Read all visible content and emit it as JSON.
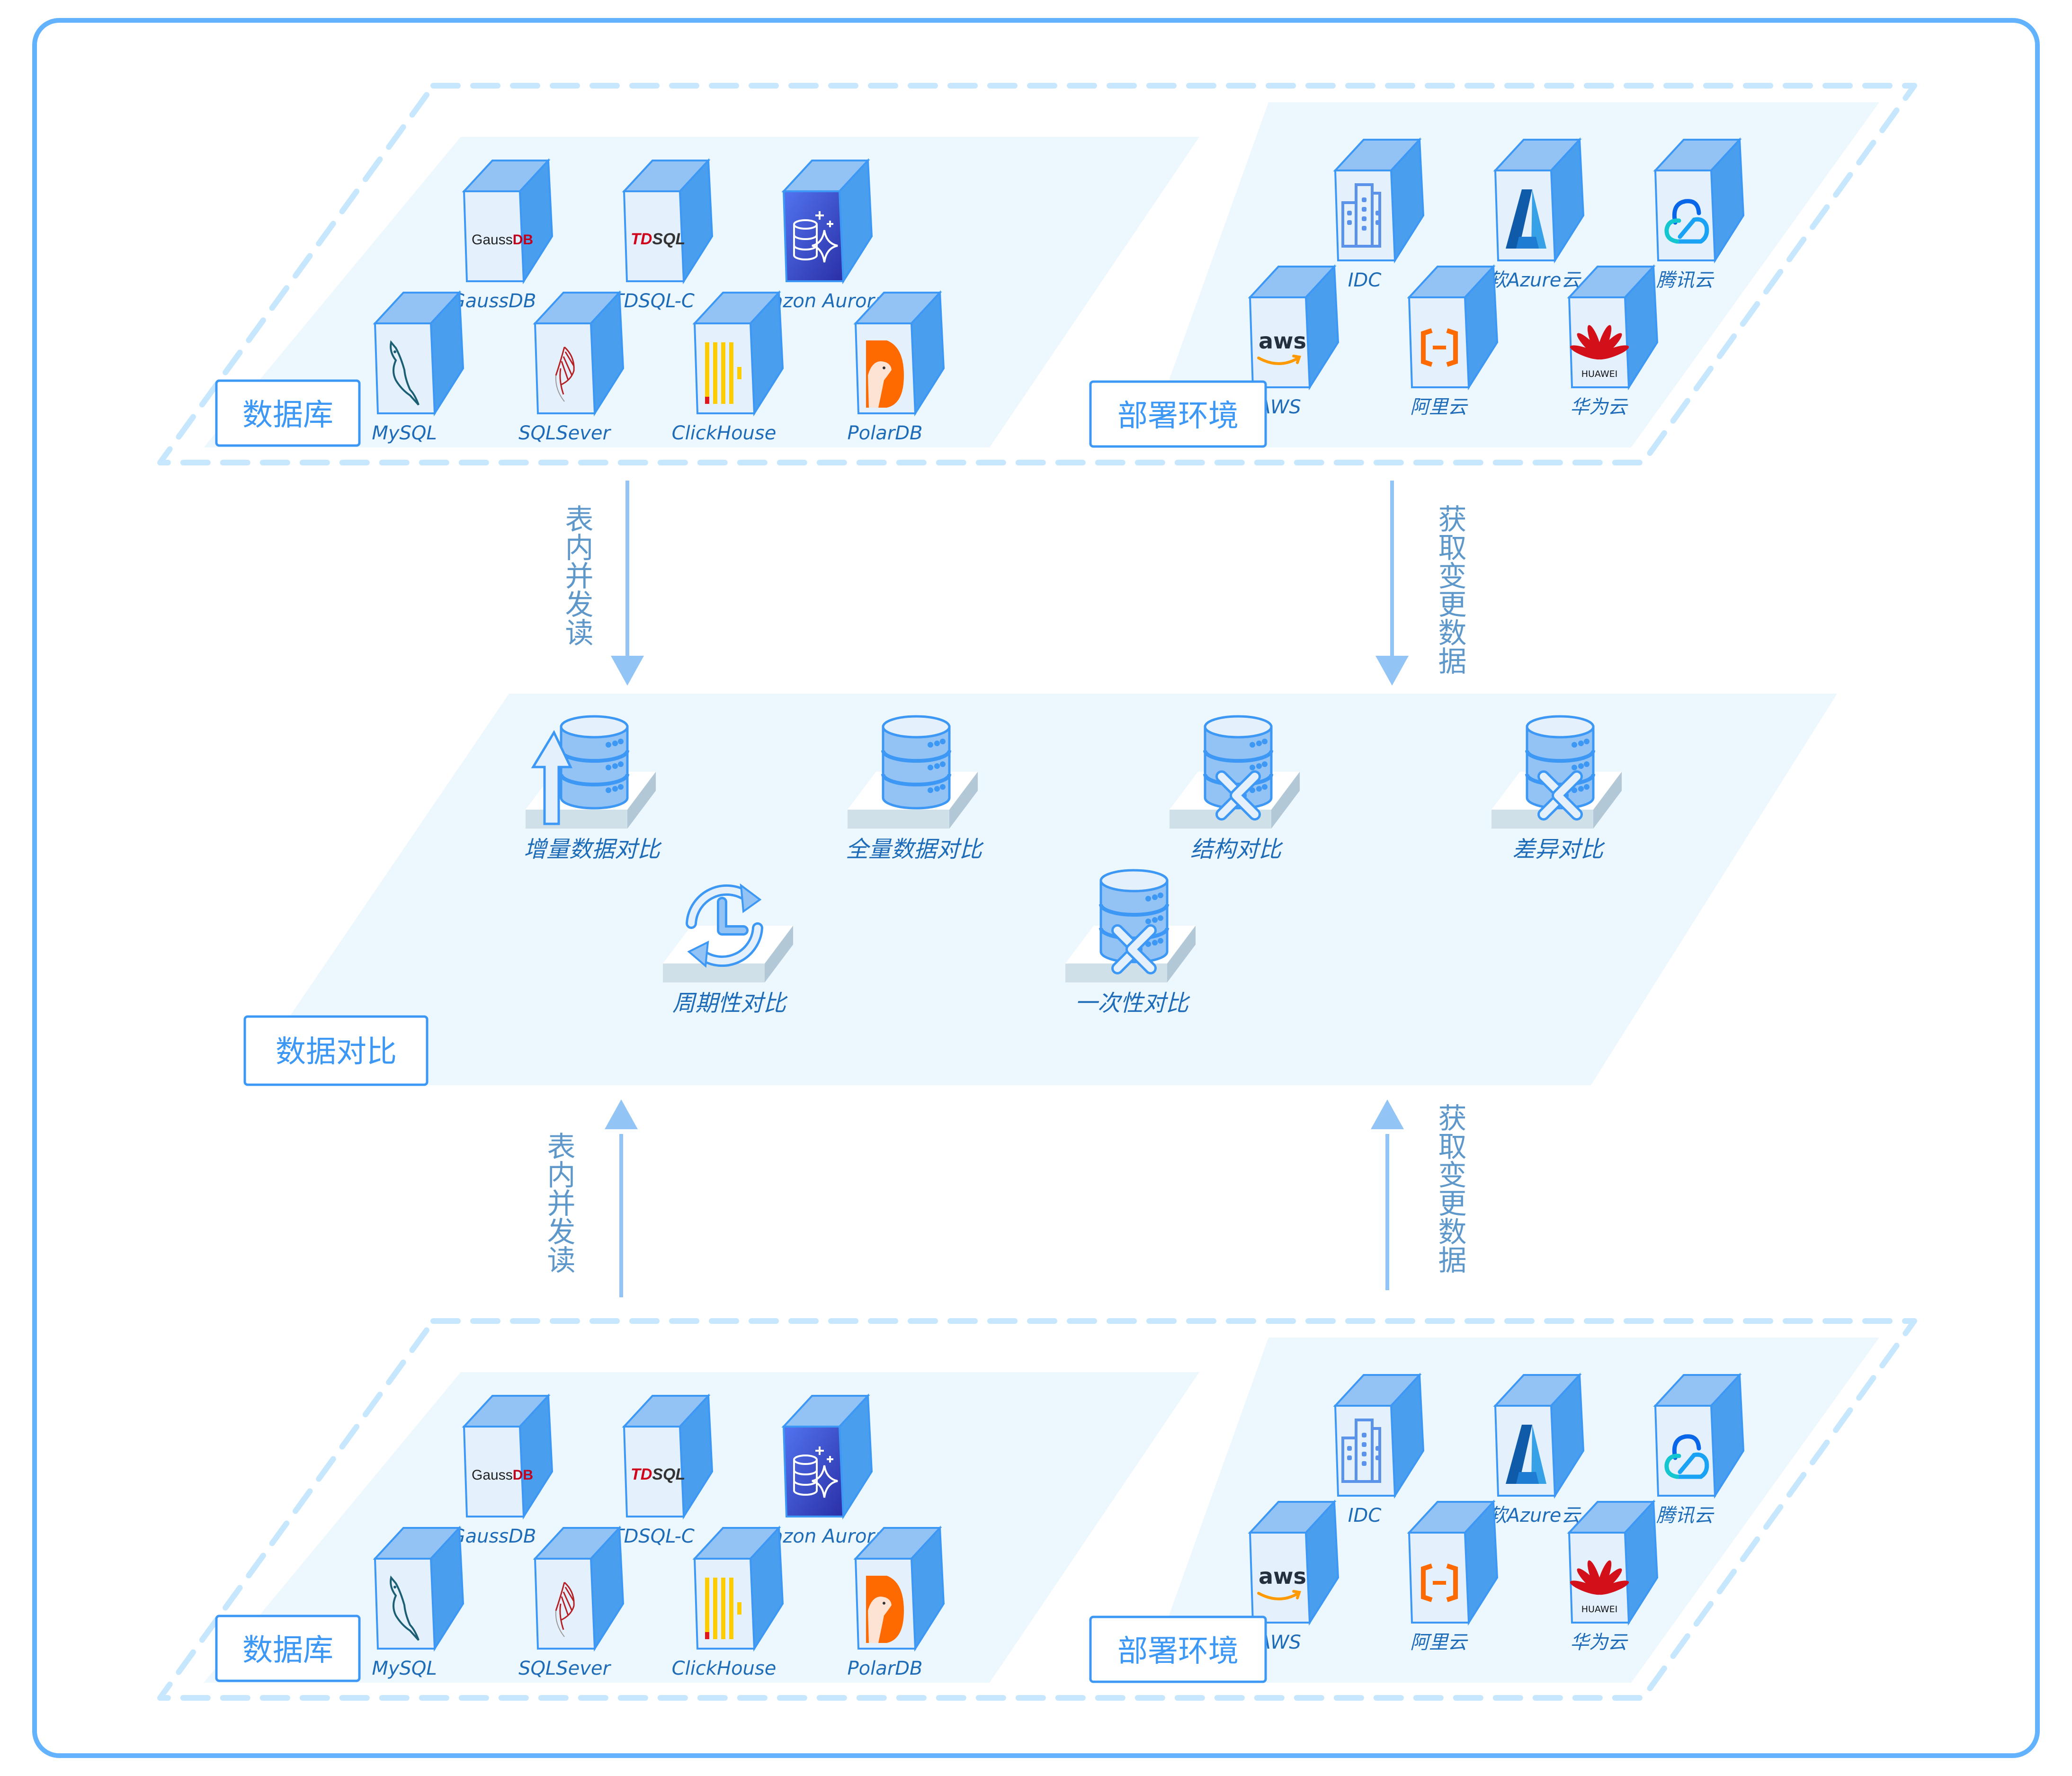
{
  "colors": {
    "frame": "#62B2FE",
    "dash": "#C6E7FD",
    "panel": "#EDF8FE",
    "label_border": "#3D98F5",
    "arrow": "#92C5F5",
    "cube_top": "#92C3F4",
    "cube_side": "#4A9EEE",
    "cube_front": "#E4F1FD",
    "cube_edge": "#3D98F5"
  },
  "top_section": {
    "database": {
      "label": "数据库",
      "items": [
        {
          "name": "GaussDB",
          "icon": "gaussdb-logo"
        },
        {
          "name": "TDSQL-C",
          "icon": "tdsql-logo"
        },
        {
          "name": "Amazon Aurora",
          "icon": "aurora-icon"
        },
        {
          "name": "MySQL",
          "icon": "mysql-dolphin-icon"
        },
        {
          "name": "SQLSever",
          "icon": "sqlserver-icon"
        },
        {
          "name": "ClickHouse",
          "icon": "clickhouse-icon"
        },
        {
          "name": "PolarDB",
          "icon": "polardb-icon"
        }
      ]
    },
    "deployment": {
      "label": "部署环境",
      "items": [
        {
          "name": "IDC",
          "icon": "building-icon"
        },
        {
          "name": "微软Azure云",
          "icon": "azure-icon"
        },
        {
          "name": "腾讯云",
          "icon": "tencent-cloud-icon"
        },
        {
          "name": "AWS",
          "icon": "aws-icon"
        },
        {
          "name": "阿里云",
          "icon": "aliyun-icon"
        },
        {
          "name": "华为云",
          "icon": "huawei-icon"
        }
      ]
    }
  },
  "bottom_section": {
    "database": {
      "label": "数据库",
      "items": [
        {
          "name": "GaussDB",
          "icon": "gaussdb-logo"
        },
        {
          "name": "TDSQL-C",
          "icon": "tdsql-logo"
        },
        {
          "name": "Amazon Aurora",
          "icon": "aurora-icon"
        },
        {
          "name": "MySQL",
          "icon": "mysql-dolphin-icon"
        },
        {
          "name": "SQLSever",
          "icon": "sqlserver-icon"
        },
        {
          "name": "ClickHouse",
          "icon": "clickhouse-icon"
        },
        {
          "name": "PolarDB",
          "icon": "polardb-icon"
        }
      ]
    },
    "deployment": {
      "label": "部署环境",
      "items": [
        {
          "name": "IDC",
          "icon": "building-icon"
        },
        {
          "name": "微软Azure云",
          "icon": "azure-icon"
        },
        {
          "name": "腾讯云",
          "icon": "tencent-cloud-icon"
        },
        {
          "name": "AWS",
          "icon": "aws-icon"
        },
        {
          "name": "阿里云",
          "icon": "aliyun-icon"
        },
        {
          "name": "华为云",
          "icon": "huawei-icon"
        }
      ]
    }
  },
  "flows": {
    "top_left": "表内并发读",
    "top_right": "获取变更数据",
    "bottom_left": "表内并发读",
    "bottom_right": "获取变更数据"
  },
  "comparison": {
    "label": "数据对比",
    "items": [
      {
        "name": "增量数据对比",
        "icon": "incremental-db-icon"
      },
      {
        "name": "全量数据对比",
        "icon": "full-db-icon"
      },
      {
        "name": "结构对比",
        "icon": "structure-compare-icon"
      },
      {
        "name": "差异对比",
        "icon": "diff-compare-icon"
      },
      {
        "name": "周期性对比",
        "icon": "periodic-cycle-icon"
      },
      {
        "name": "一次性对比",
        "icon": "one-time-compare-icon"
      }
    ]
  },
  "logo_text": {
    "gauss_a": "Gauss",
    "gauss_b": "DB",
    "tdsql_a": "TD",
    "tdsql_b": "SQL",
    "aws": "aws",
    "huawei": "HUAWEI"
  }
}
